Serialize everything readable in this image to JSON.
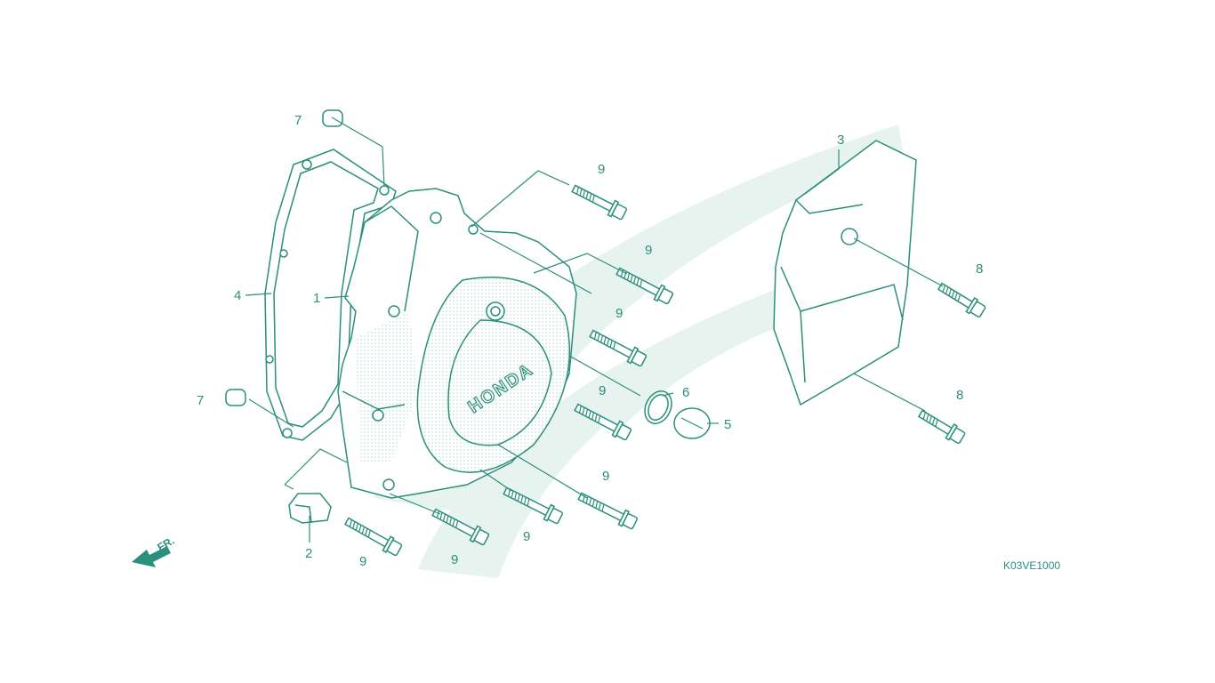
{
  "diagram": {
    "brand_mark": "HONDA",
    "direction_label": "FR.",
    "diagram_code": "K03VE1000",
    "callouts": [
      {
        "id": "c1",
        "text": "1"
      },
      {
        "id": "c2",
        "text": "2"
      },
      {
        "id": "c3",
        "text": "3"
      },
      {
        "id": "c4",
        "text": "4"
      },
      {
        "id": "c5",
        "text": "5"
      },
      {
        "id": "c6",
        "text": "6"
      },
      {
        "id": "c7a",
        "text": "7"
      },
      {
        "id": "c7b",
        "text": "7"
      },
      {
        "id": "c8a",
        "text": "8"
      },
      {
        "id": "c8b",
        "text": "8"
      },
      {
        "id": "c9a",
        "text": "9"
      },
      {
        "id": "c9b",
        "text": "9"
      },
      {
        "id": "c9c",
        "text": "9"
      },
      {
        "id": "c9d",
        "text": "9"
      },
      {
        "id": "c9e",
        "text": "9"
      },
      {
        "id": "c9f",
        "text": "9"
      },
      {
        "id": "c9g",
        "text": "9"
      },
      {
        "id": "c9h",
        "text": "9"
      }
    ],
    "colors": {
      "line": "#2a8f7c",
      "watermark": "#e6f3ef",
      "screen": "#cfe6de"
    }
  }
}
